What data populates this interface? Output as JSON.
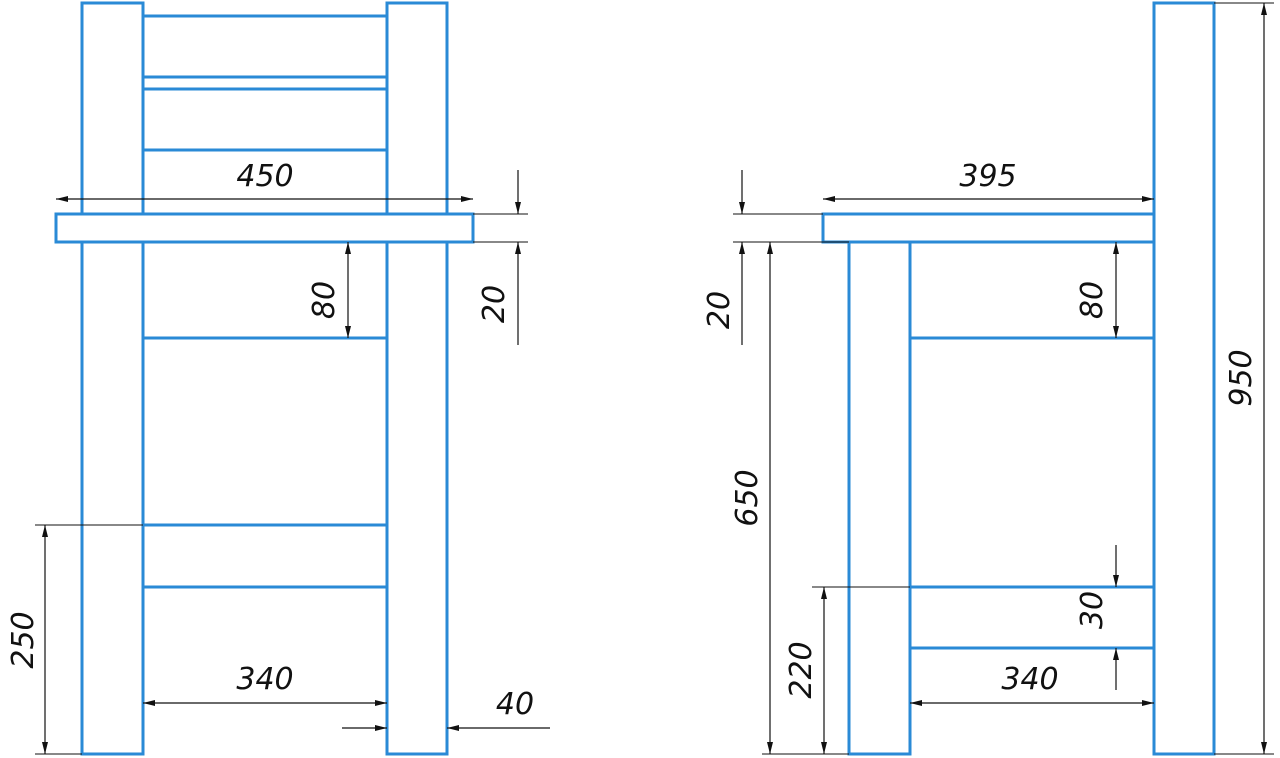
{
  "front_view": {
    "seat_width": "450",
    "leg_spacing": "340",
    "leg_thickness": "40",
    "seat_thickness": "20",
    "rail_drop": "80",
    "lower_rail_height": "250"
  },
  "side_view": {
    "seat_depth": "395",
    "leg_spacing": "340",
    "seat_thickness": "20",
    "rail_drop": "80",
    "seat_height": "650",
    "total_height": "950",
    "lower_rail_height": "220",
    "lower_rail_width": "30"
  },
  "colors": {
    "outline": "#2a8ad6",
    "dimension": "#111111"
  }
}
